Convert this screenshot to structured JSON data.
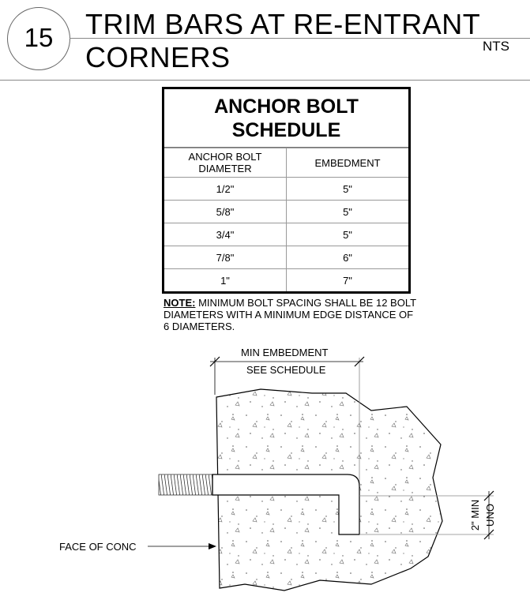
{
  "header": {
    "detail_number": "15",
    "title_line1": "TRIM BARS AT RE-ENTRANT",
    "title_line2": "CORNERS",
    "scale": "NTS"
  },
  "schedule": {
    "title_line1": "ANCHOR BOLT",
    "title_line2": "SCHEDULE",
    "columns": [
      "ANCHOR BOLT DIAMETER",
      "EMBEDMENT"
    ],
    "col1_line1": "ANCHOR BOLT",
    "col1_line2": "DIAMETER",
    "rows": [
      [
        "1/2\"",
        "5\""
      ],
      [
        "5/8\"",
        "5\""
      ],
      [
        "3/4\"",
        "5\""
      ],
      [
        "7/8\"",
        "6\""
      ],
      [
        "1\"",
        "7\""
      ]
    ]
  },
  "note": {
    "label": "NOTE:",
    "text": " MINIMUM BOLT SPACING SHALL BE 12 BOLT DIAMETERS WITH A MINIMUM EDGE DISTANCE OF 6 DIAMETERS."
  },
  "detail": {
    "dim_label_1": "MIN EMBEDMENT",
    "dim_label_2": "SEE SCHEDULE",
    "face_label": "FACE OF CONC",
    "clear_label_1": "2\" MIN",
    "clear_label_2": "UNO"
  }
}
